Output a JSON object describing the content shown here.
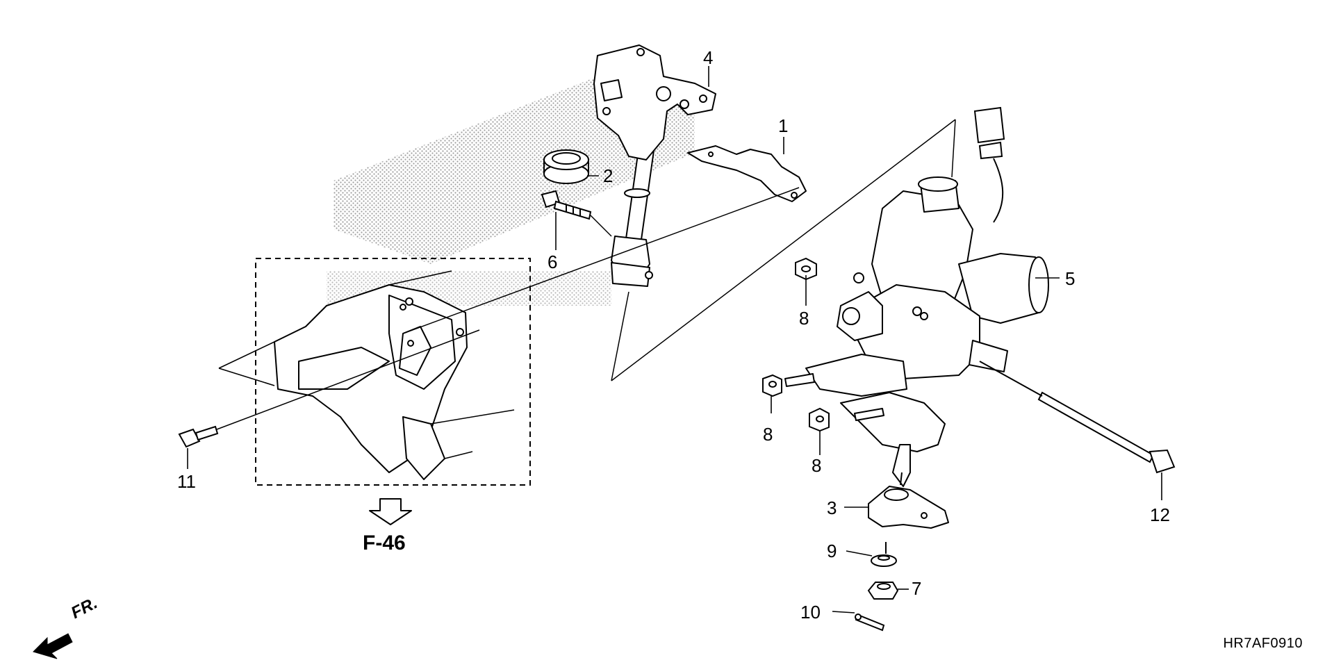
{
  "diagram": {
    "callouts": [
      "1",
      "2",
      "3",
      "4",
      "5",
      "6",
      "7",
      "8",
      "8",
      "8",
      "9",
      "10",
      "11",
      "12"
    ],
    "reference_link": "F-46",
    "direction_label": "FR.",
    "diagram_code": "HR7AF0910"
  },
  "colors": {
    "line": "#000000",
    "background": "#ffffff",
    "stipple": "#8a8a8a"
  },
  "icons": [
    "arrow-down-outline-icon",
    "front-direction-arrow-icon"
  ]
}
